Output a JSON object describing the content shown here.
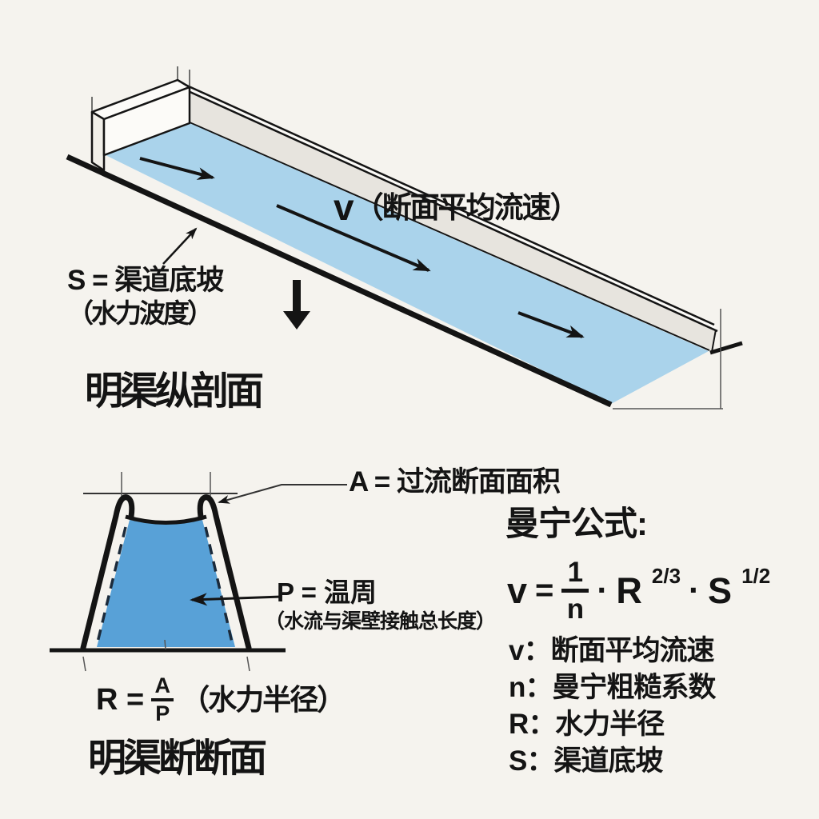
{
  "colors": {
    "background": "#f5f3ee",
    "water_channel": "#aad3eb",
    "water_cross_section": "#58a1d7",
    "wall_gray": "#e7e4de",
    "ink": "#141414"
  },
  "top_diagram": {
    "velocity_label": {
      "symbol": "v",
      "paren": "（断面平均流速）"
    },
    "slope_label": {
      "line1": "S = 渠道底坡",
      "line2": "（水力波度）"
    },
    "caption": "明渠纵剖面"
  },
  "cross_section": {
    "area_label": "A = 过流断面面积",
    "perimeter_label": {
      "line1": "P = 温周",
      "line2": "（水流与渠壁接触总长度）"
    },
    "radius_formula": {
      "lhs": "R =",
      "numerator": "A",
      "denominator": "P",
      "note": "（水力半径）"
    },
    "caption": "明渠断断面"
  },
  "manning": {
    "title": "曼宁公式:",
    "formula": {
      "lhs": "v",
      "equals": "=",
      "numerator": "1",
      "denominator": "n",
      "dot1": "·",
      "base1": "R",
      "exp1": "2/3",
      "dot2": "·",
      "base2": "S",
      "exp2": "1/2"
    },
    "legend": [
      {
        "symbol": "v",
        "sep": "：",
        "text": "断面平均流速"
      },
      {
        "symbol": "n",
        "sep": "：",
        "text": "曼宁粗糙系数"
      },
      {
        "symbol": "R",
        "sep": "：",
        "text": "水力半径"
      },
      {
        "symbol": "S",
        "sep": "：",
        "text": "渠道底坡"
      }
    ]
  }
}
